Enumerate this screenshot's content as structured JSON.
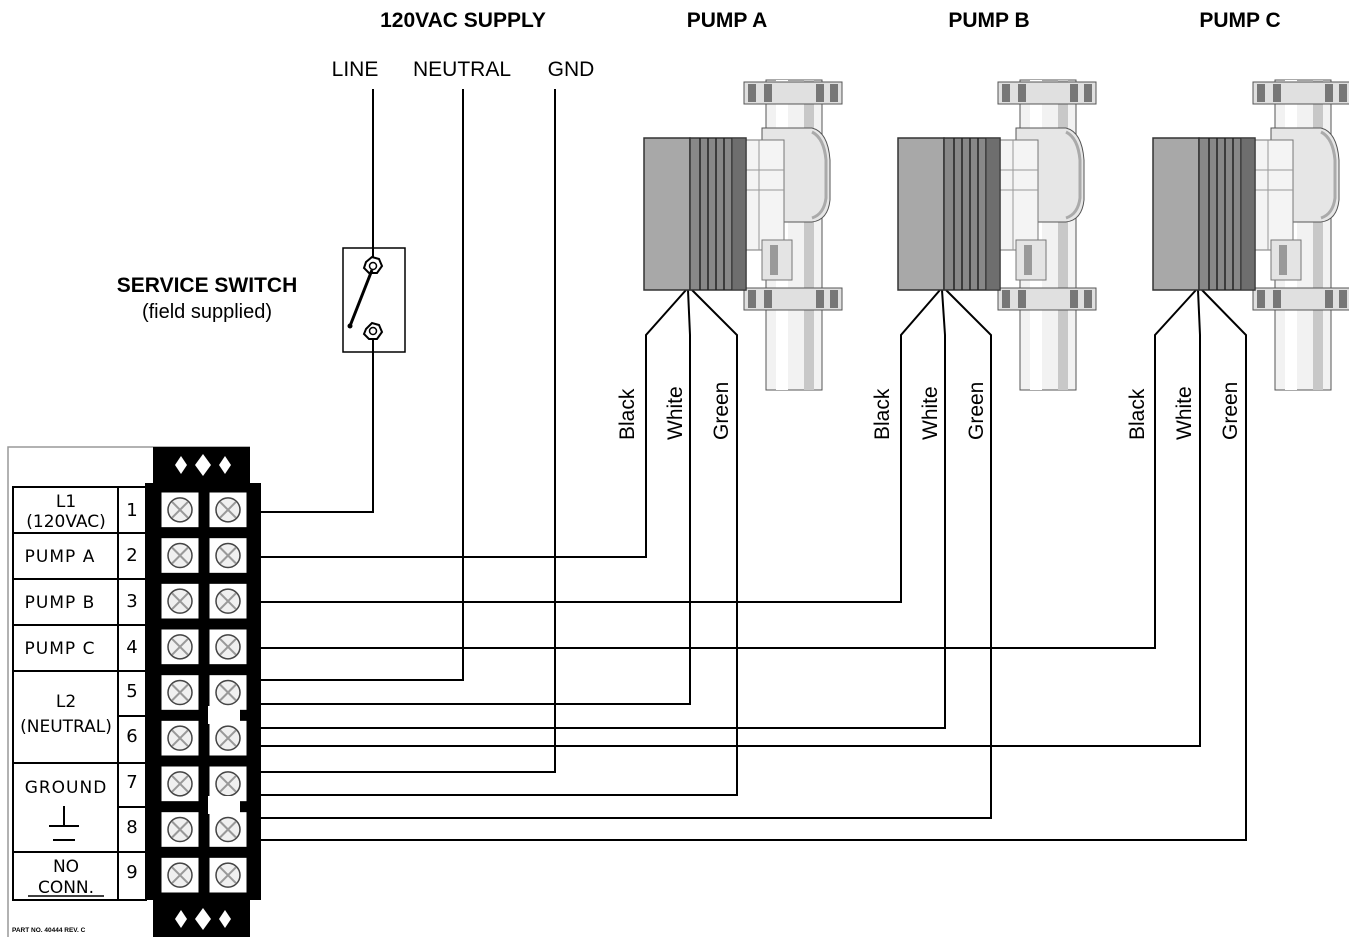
{
  "supply": {
    "title": "120VAC SUPPLY",
    "line": "LINE",
    "neutral": "NEUTRAL",
    "gnd": "GND"
  },
  "pumps": [
    {
      "title": "PUMP A",
      "wires": [
        "Black",
        "White",
        "Green"
      ]
    },
    {
      "title": "PUMP B",
      "wires": [
        "Black",
        "White",
        "Green"
      ]
    },
    {
      "title": "PUMP C",
      "wires": [
        "Black",
        "White",
        "Green"
      ]
    }
  ],
  "switch": {
    "title": "SERVICE SWITCH",
    "subtitle": "(field supplied)"
  },
  "terminal_labels": {
    "l1_top": "L1",
    "l1_bottom": "(120VAC)",
    "pump_a": "PUMP A",
    "pump_b": "PUMP B",
    "pump_c": "PUMP C",
    "l2_top": "L2",
    "l2_bottom": "(NEUTRAL)",
    "ground": "GROUND",
    "no_top": "NO",
    "no_bottom": "CONN."
  },
  "terminal_numbers": [
    "1",
    "2",
    "3",
    "4",
    "5",
    "6",
    "7",
    "8",
    "9"
  ],
  "part_no": "PART NO. 40444  REV. C"
}
